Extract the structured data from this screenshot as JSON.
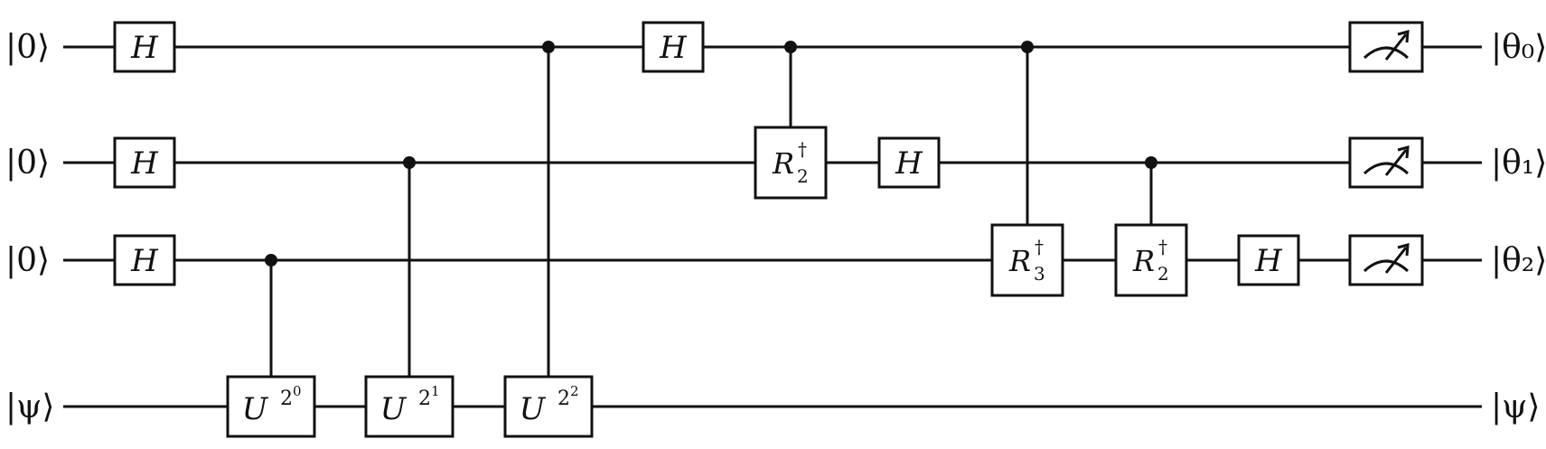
{
  "circuit": {
    "inputs": [
      "|0⟩",
      "|0⟩",
      "|0⟩",
      "|ψ⟩"
    ],
    "outputs": [
      "|θ₀⟩",
      "|θ₁⟩",
      "|θ₂⟩",
      "|ψ⟩"
    ],
    "gates": [
      {
        "id": "h-q0-a",
        "kind": "single",
        "qubit": 0,
        "label": "H"
      },
      {
        "id": "h-q1-a",
        "kind": "single",
        "qubit": 1,
        "label": "H"
      },
      {
        "id": "h-q2-a",
        "kind": "single",
        "qubit": 2,
        "label": "H"
      },
      {
        "id": "cu-2-0",
        "kind": "controlled",
        "control": 2,
        "target": 3,
        "label": "U",
        "sup": "2",
        "supsup": "0"
      },
      {
        "id": "cu-2-1",
        "kind": "controlled",
        "control": 1,
        "target": 3,
        "label": "U",
        "sup": "2",
        "supsup": "1"
      },
      {
        "id": "cu-2-2",
        "kind": "controlled",
        "control": 0,
        "target": 3,
        "label": "U",
        "sup": "2",
        "supsup": "2"
      },
      {
        "id": "h-q0-b",
        "kind": "single",
        "qubit": 0,
        "label": "H"
      },
      {
        "id": "cr2-a",
        "kind": "controlled",
        "control": 0,
        "target": 1,
        "label": "R",
        "sup": "†",
        "sub": "2"
      },
      {
        "id": "h-q1-b",
        "kind": "single",
        "qubit": 1,
        "label": "H"
      },
      {
        "id": "cr3",
        "kind": "controlled",
        "control": 0,
        "target": 2,
        "label": "R",
        "sup": "†",
        "sub": "3"
      },
      {
        "id": "cr2-b",
        "kind": "controlled",
        "control": 1,
        "target": 2,
        "label": "R",
        "sup": "†",
        "sub": "2"
      },
      {
        "id": "h-q2-b",
        "kind": "single",
        "qubit": 2,
        "label": "H"
      },
      {
        "id": "meas-q0",
        "kind": "measure",
        "qubit": 0
      },
      {
        "id": "meas-q1",
        "kind": "measure",
        "qubit": 1
      },
      {
        "id": "meas-q2",
        "kind": "measure",
        "qubit": 2
      }
    ]
  }
}
